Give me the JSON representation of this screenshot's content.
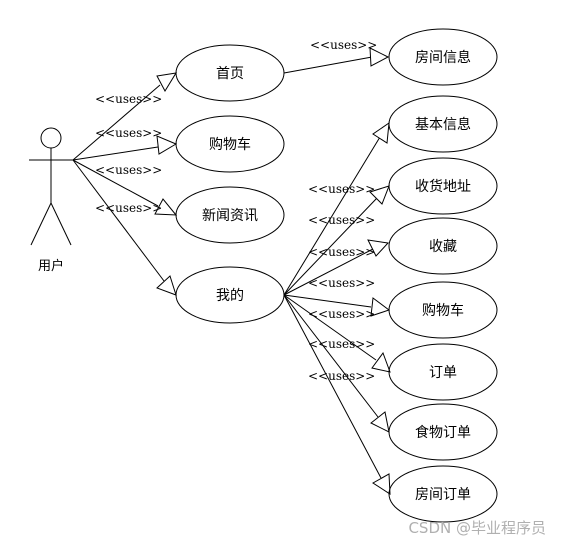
{
  "actor": {
    "label": "用户"
  },
  "uses_label": "<<uses>>",
  "use_cases": {
    "home": "首页",
    "cart": "购物车",
    "news": "新闻资讯",
    "mine": "我的",
    "room_info": "房间信息",
    "basic_info": "基本信息",
    "address": "收货地址",
    "favorites": "收藏",
    "my_cart": "购物车",
    "orders": "订单",
    "food_orders": "食物订单",
    "room_orders": "房间订单"
  },
  "watermark": "CSDN @毕业程序员"
}
